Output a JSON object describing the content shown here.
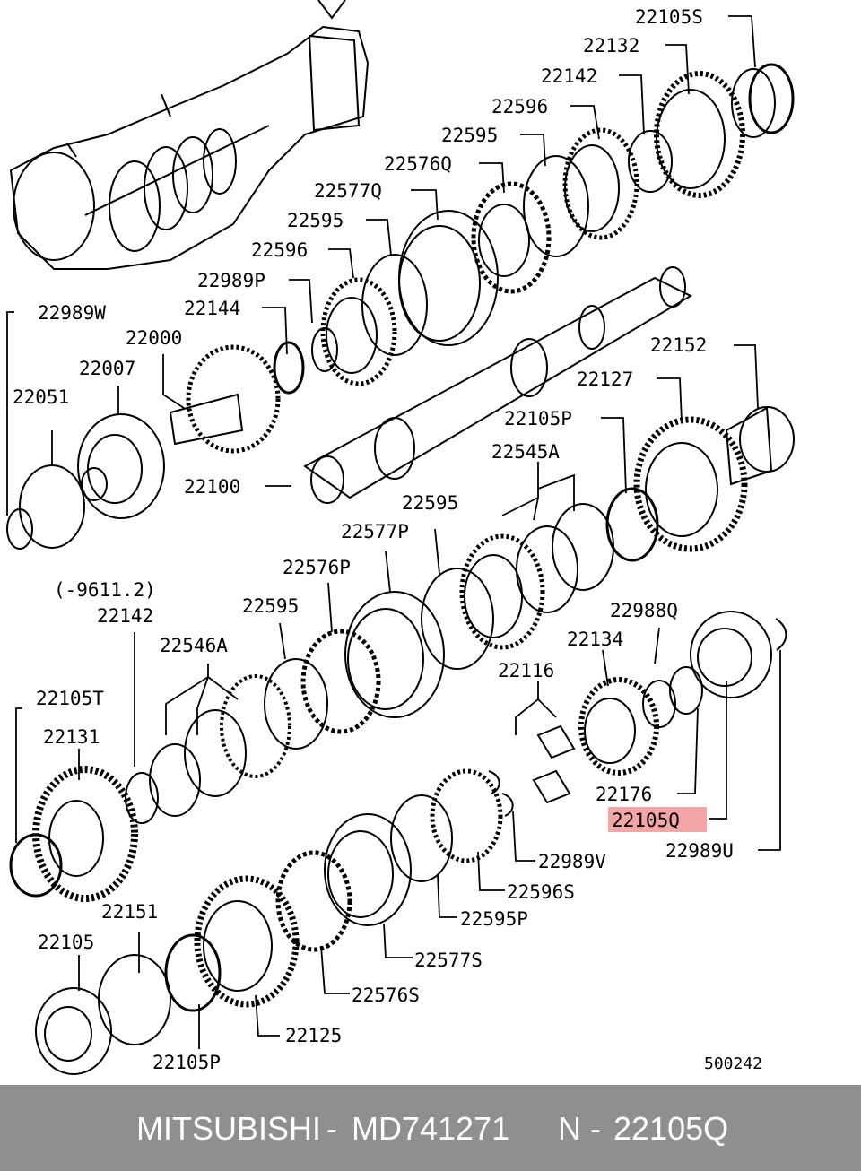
{
  "diagram": {
    "drawing_number": "500242",
    "highlight_color": "#f4a5a5",
    "labels": [
      {
        "id": "22105S",
        "text": "22105S"
      },
      {
        "id": "22132",
        "text": "22132"
      },
      {
        "id": "22142a",
        "text": "22142"
      },
      {
        "id": "22596a",
        "text": "22596"
      },
      {
        "id": "22595a",
        "text": "22595"
      },
      {
        "id": "22576Q",
        "text": "22576Q"
      },
      {
        "id": "22577Q",
        "text": "22577Q"
      },
      {
        "id": "22595b",
        "text": "22595"
      },
      {
        "id": "22596b",
        "text": "22596"
      },
      {
        "id": "22989P",
        "text": "22989P"
      },
      {
        "id": "22144",
        "text": "22144"
      },
      {
        "id": "22989W",
        "text": "22989W"
      },
      {
        "id": "22000",
        "text": "22000"
      },
      {
        "id": "22007",
        "text": "22007"
      },
      {
        "id": "22051",
        "text": "22051"
      },
      {
        "id": "22152",
        "text": "22152"
      },
      {
        "id": "22127",
        "text": "22127"
      },
      {
        "id": "22105Pa",
        "text": "22105P"
      },
      {
        "id": "22545A",
        "text": "22545A"
      },
      {
        "id": "22100",
        "text": "22100"
      },
      {
        "id": "22595c",
        "text": "22595"
      },
      {
        "id": "22577P",
        "text": "22577P"
      },
      {
        "id": "22576P",
        "text": "22576P"
      },
      {
        "id": "note",
        "text": "(-9611.2)"
      },
      {
        "id": "22142b",
        "text": "22142"
      },
      {
        "id": "22595d",
        "text": "22595"
      },
      {
        "id": "22546A",
        "text": "22546A"
      },
      {
        "id": "22988Q",
        "text": "22988Q"
      },
      {
        "id": "22134",
        "text": "22134"
      },
      {
        "id": "22116",
        "text": "22116"
      },
      {
        "id": "22105T",
        "text": "22105T"
      },
      {
        "id": "22131",
        "text": "22131"
      },
      {
        "id": "22176",
        "text": "22176"
      },
      {
        "id": "22105Q",
        "text": "22105Q",
        "highlighted": true
      },
      {
        "id": "22989U",
        "text": "22989U"
      },
      {
        "id": "22989V",
        "text": "22989V"
      },
      {
        "id": "22596S",
        "text": "22596S"
      },
      {
        "id": "22595P",
        "text": "22595P"
      },
      {
        "id": "22151",
        "text": "22151"
      },
      {
        "id": "22105a",
        "text": "22105"
      },
      {
        "id": "22577S",
        "text": "22577S"
      },
      {
        "id": "22576S",
        "text": "22576S"
      },
      {
        "id": "22125",
        "text": "22125"
      },
      {
        "id": "22105Pb",
        "text": "22105P"
      }
    ]
  },
  "footer": {
    "brand": "MITSUBISHI",
    "sep1": "-",
    "part_number": "MD741271",
    "n_label": "N",
    "sep2": "-",
    "ref_code": "22105Q"
  }
}
